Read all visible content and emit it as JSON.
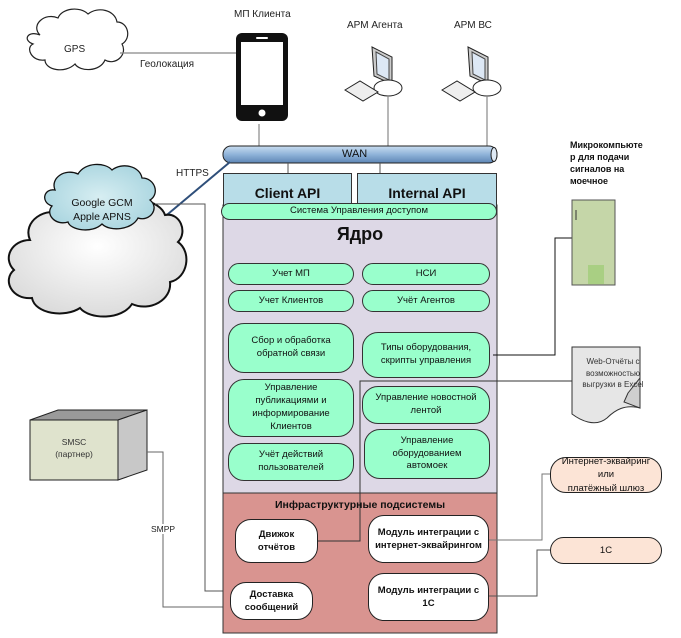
{
  "external": {
    "gps": "GPS",
    "geolocation_label": "Геолокация",
    "mobile_client": "МП Клиента",
    "agent_workstation": "АРМ Агента",
    "bc_workstation": "АРМ ВС",
    "wan": "WAN",
    "https_label": "HTTPS",
    "push_services": [
      "Google GCM",
      "Apple APNS"
    ],
    "smsc": [
      "SMSC",
      "(партнер)"
    ],
    "smpp_label": "SMPP",
    "microcomputer": [
      "Микрокомпьюте",
      "р для подачи",
      "сигналов на",
      "моечное"
    ],
    "web_reports": [
      "Web-Отчёты с",
      "возможностью",
      "выгрузки в Excel"
    ],
    "acquiring": [
      "Интернет-эквайринг или",
      "платёжный шлюз"
    ],
    "one_c": "1С"
  },
  "api": {
    "client_api": "Client API",
    "internal_api": "Internal API",
    "access_control": "Система Управления доступом"
  },
  "core": {
    "title": "Ядро",
    "modules": {
      "mp_accounting": "Учет МП",
      "nsi": "НСИ",
      "client_accounting": "Учет Клиентов",
      "agent_accounting": "Учёт Агентов",
      "feedback": [
        "Сбор и обработка",
        "обратной связи"
      ],
      "equipment_types": [
        "Типы оборудования,",
        "скрипты управления"
      ],
      "publications": [
        "Управление",
        "публикациями и",
        "информирование",
        "Клиентов"
      ],
      "news_feed": [
        "Управление новостной",
        "лентой"
      ],
      "user_actions": [
        "Учёт действий",
        "пользователей"
      ],
      "carwash_equipment": [
        "Управление",
        "оборудованием",
        "автомоек"
      ]
    }
  },
  "infra": {
    "title": "Инфраструктурные подсистемы",
    "report_engine": [
      "Движок",
      "отчётов"
    ],
    "acquiring_module": [
      "Модуль интеграции с",
      "интернет-эквайрингом"
    ],
    "message_delivery": [
      "Доставка",
      "сообщений"
    ],
    "one_c_module": [
      "Модуль интеграции с",
      "1С"
    ]
  },
  "colors": {
    "api_fill": "#b8dde8",
    "core_fill": "#ddd8e6",
    "module_fill": "#99ffcc",
    "infra_fill": "#d99490",
    "external_fill": "#fce4d6",
    "wan_fill": "#7ea6d0"
  }
}
